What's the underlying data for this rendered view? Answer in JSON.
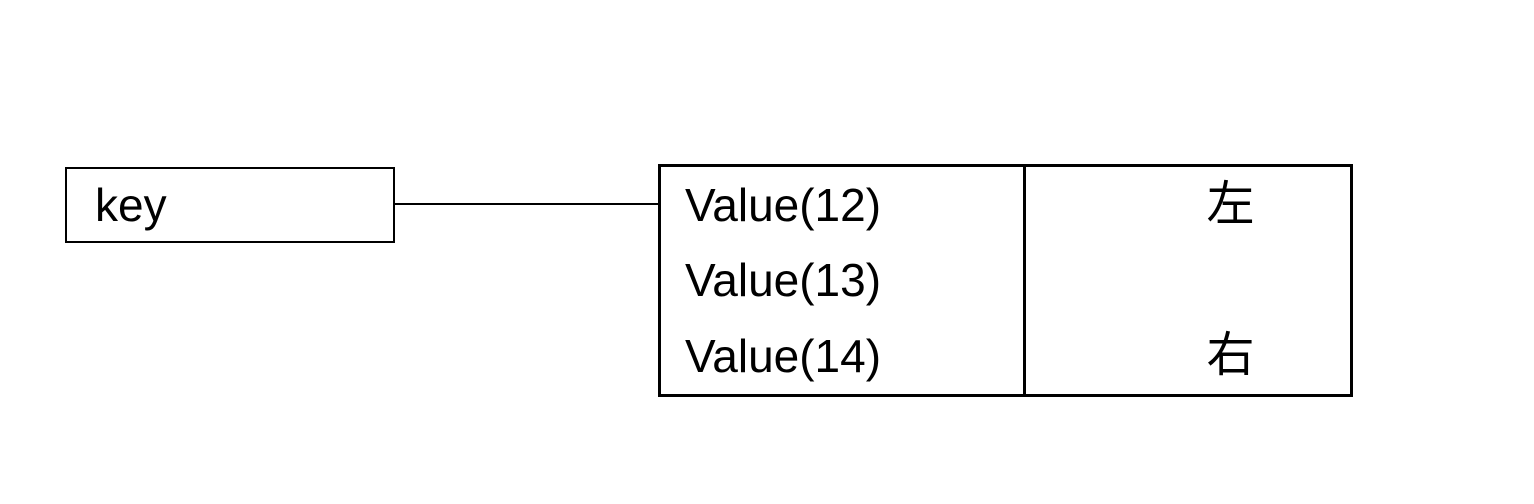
{
  "diagram": {
    "background_color": "#ffffff",
    "line_color": "#000000",
    "key": {
      "label": "key"
    },
    "table": {
      "rows": [
        {
          "value": "Value(12)",
          "annotation": "左"
        },
        {
          "value": "Value(13)",
          "annotation": ""
        },
        {
          "value": "Value(14)",
          "annotation": "右"
        }
      ]
    }
  }
}
